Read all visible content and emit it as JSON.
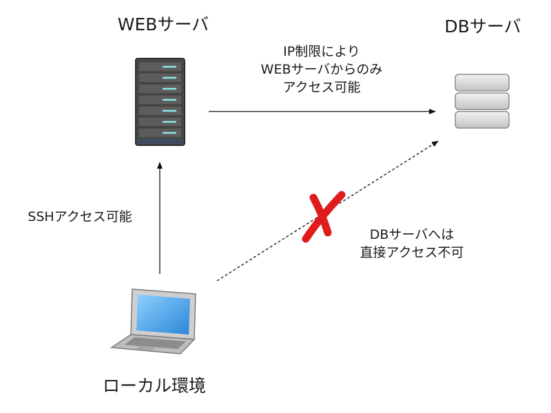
{
  "nodes": {
    "web_server": {
      "label": "WEBサーバ"
    },
    "db_server": {
      "label": "DBサーバ"
    },
    "local": {
      "label": "ローカル環境"
    }
  },
  "edges": {
    "web_to_db": {
      "lines": [
        "IP制限により",
        "WEBサーバからのみ",
        "アクセス可能"
      ]
    },
    "local_to_web": {
      "label": "SSHアクセス可能"
    },
    "local_to_db": {
      "lines": [
        "DBサーバへは",
        "直接アクセス不可"
      ],
      "blocked_mark": "cross-mark",
      "blocked_color": "#e01b1b"
    }
  },
  "colors": {
    "server_body": "#4a4a4a",
    "server_slot": "#5c5c5c",
    "server_led": "#8ee7ee",
    "db_disk": "#d6d6d6",
    "laptop_screen": "#3fa6f0"
  }
}
